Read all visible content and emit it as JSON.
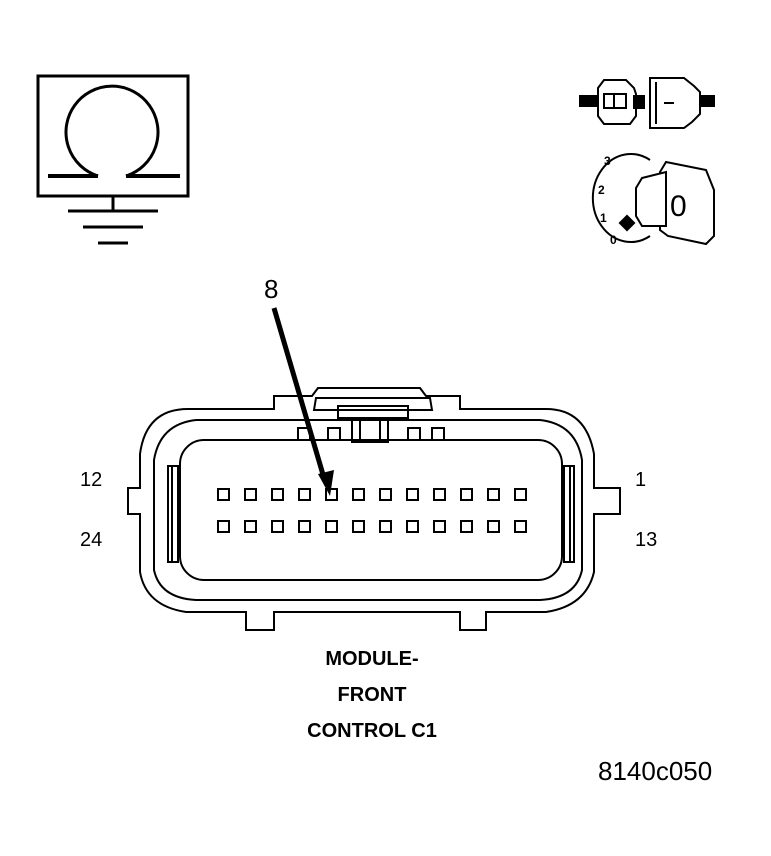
{
  "figure_code": "8140c050",
  "connector": {
    "title_lines": [
      "MODULE-",
      "FRONT",
      "CONTROL C1"
    ],
    "pin_labels": {
      "top_right": "1",
      "top_left": "12",
      "bottom_right": "13",
      "bottom_left": "24"
    },
    "callout_pin": "8",
    "rows": 2,
    "pins_per_row": 12
  },
  "icons": {
    "ohmmeter": "ohmmeter-icon",
    "ground": "ground-icon",
    "disconnect": "connector-disconnect-icon",
    "ignition": "ignition-key-icon"
  },
  "ignition_switch": {
    "positions": [
      "3",
      "2",
      "1",
      "0"
    ],
    "key_label": "0"
  }
}
